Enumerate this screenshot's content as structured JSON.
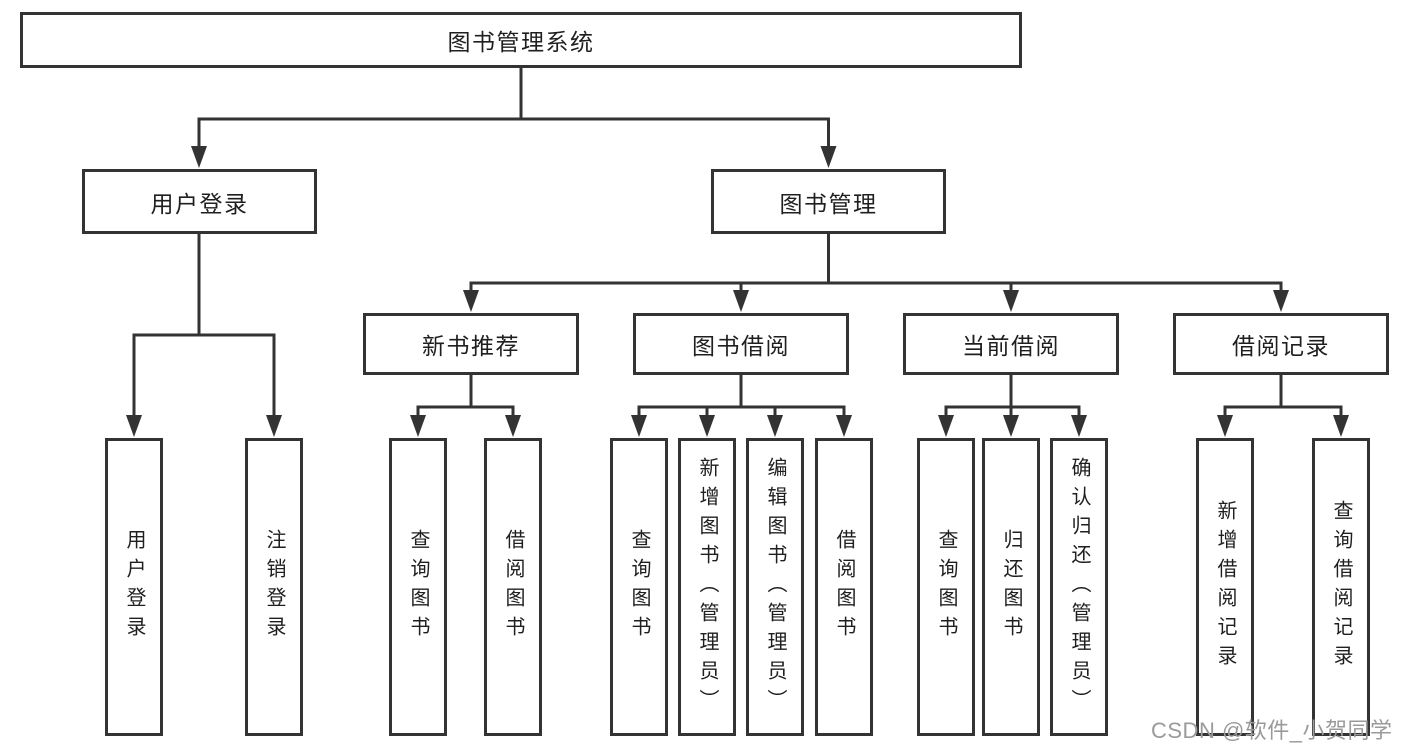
{
  "tree": {
    "label": "图书管理系统",
    "children": [
      {
        "label": "用户登录",
        "children": [
          {
            "label": "用户登录"
          },
          {
            "label": "注销登录"
          }
        ]
      },
      {
        "label": "图书管理",
        "children": [
          {
            "label": "新书推荐",
            "children": [
              {
                "label": "查询图书"
              },
              {
                "label": "借阅图书"
              }
            ]
          },
          {
            "label": "图书借阅",
            "children": [
              {
                "label": "查询图书"
              },
              {
                "label": "新增图书（管理员）"
              },
              {
                "label": "编辑图书（管理员）"
              },
              {
                "label": "借阅图书"
              }
            ]
          },
          {
            "label": "当前借阅",
            "children": [
              {
                "label": "查询图书"
              },
              {
                "label": "归还图书"
              },
              {
                "label": "确认归还（管理员）"
              }
            ]
          },
          {
            "label": "借阅记录",
            "children": [
              {
                "label": "新增借阅记录"
              },
              {
                "label": "查询借阅记录"
              }
            ]
          }
        ]
      }
    ]
  },
  "watermark": {
    "text": "CSDN @软件_小贺同学",
    "color": "#9a9a9a"
  },
  "colors": {
    "line": "#333333",
    "box_border": "#333333",
    "text": "#1f1f1f",
    "background": "#ffffff"
  }
}
